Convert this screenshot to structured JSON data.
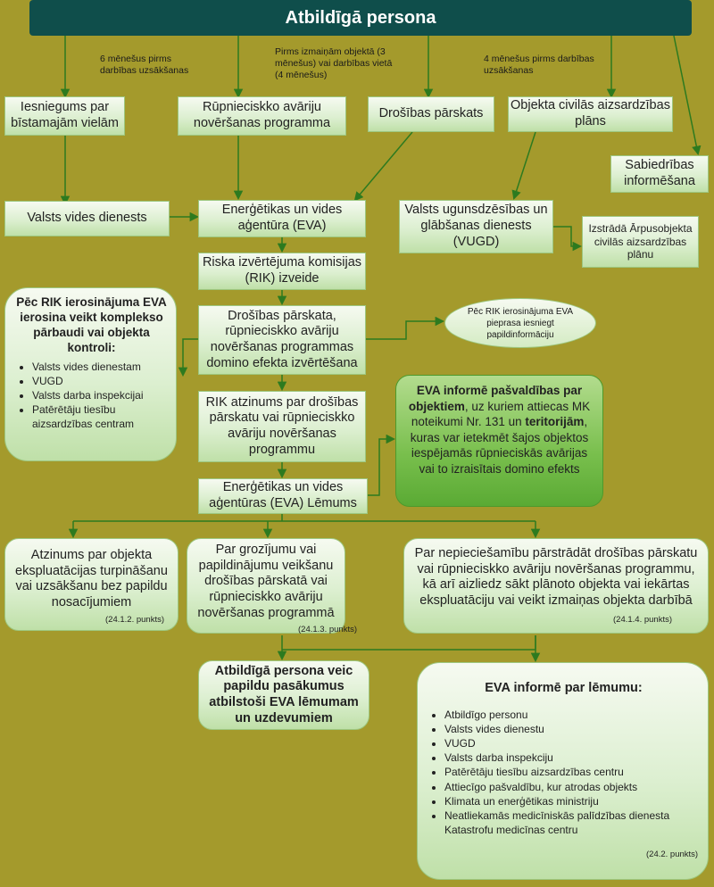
{
  "title": "Atbildīgā persona",
  "notes": {
    "n1": "6 mēnešus pirms darbības uzsākšanas",
    "n2": "Pirms izmaiņām objektā (3 mēnešus) vai darbības vietā (4 mēnešus)",
    "n3": "4 mēnešus pirms darbības uzsākšanas"
  },
  "boxes": {
    "iesniegums": "Iesniegums par bīstamajām vielām",
    "programma": "Rūpnieciskko avāriju novēršanas programma",
    "drosibas": "Drošības pārskats",
    "civilas": "Objekta civilās aizsardzības plāns",
    "sabiedribas": "Sabiedrības informēšana",
    "vvd": "Valsts vides dienests",
    "eva": "Enerģētikas un vides aģentūra (EVA)",
    "vugd": "Valsts ugunsdzēsības un glābšanas dienests (VUGD)",
    "izstrada": "Izstrādā Ārpusobjekta civilās aizsardzības plānu",
    "rik": "Riska izvērtējuma komisijas (RIK) izveide",
    "izvertesana": "Drošības pārskata, rūpnieciskko avāriju novēršanas programmas domino efekta izvērtēšana",
    "papildinfo": "Pēc RIK ierosinājuma EVA pieprasa iesniegt papildinformāciju",
    "rik_atzinums": "RIK atzinums par drošības pārskatu vai rūpnieciskko avāriju novēršanas programmu",
    "lemums": "Enerģētikas un vides aģentūras (EVA) Lēmums",
    "atzinums": "Atzinums par objekta ekspluatācijas turpināšanu vai uzsākšanu bez papildu nosacījumiem",
    "grozijumi": "Par grozījumu vai papildinājumu veikšanu drošības pārskatā vai rūpnieciskko avāriju novēršanas programmā",
    "parstradat": "Par nepieciešamību pārstrādāt drošības pārskatu vai rūpnieciskko avāriju novēršanas programmu, kā arī aizliedz sākt plānoto objekta vai iekārtas ekspluatāciju vai veikt izmaiņas objekta darbībā",
    "pasakumi": "Atbildīgā persona veic papildu pasākumus atbilstoši EVA lēmumam un uzdevumiem"
  },
  "refs": {
    "r1": "(24.1.2. punkts)",
    "r2": "(24.1.3. punkts)",
    "r3": "(24.1.4. punkts)",
    "r4": "(24.2. punkts)"
  },
  "parbaude": {
    "heading": "Pēc RIK ierosinājuma EVA ierosina veikt komplekso pārbaudi vai objekta kontroli:",
    "items": [
      "Valsts vides dienestam",
      "VUGD",
      "Valsts darba inspekcijai",
      "Patērētāju tiesību aizsardzības centram"
    ]
  },
  "pasvaldibas": {
    "b1": "EVA informē pašvaldības par objektiem",
    "t1": ", uz kuriem attiecas MK noteikumi Nr. 131 un ",
    "b2": "teritorijām",
    "t2": ", kuras var ietekmēt šajos objektos iespējamās rūpnieciskās avārijas vai to izraisītais domino efekts"
  },
  "informe": {
    "heading": "EVA informē par lēmumu:",
    "items": [
      "Atbildīgo personu",
      "Valsts vides dienestu",
      "VUGD",
      "Valsts darba inspekciju",
      "Patērētāju tiesību aizsardzības centru",
      "Attiecīgo pašvaldību, kur atrodas objekts",
      "Klimata un enerģētikas ministriju",
      "Neatliekamās medicīniskās palīdzības dienesta Katastrofu medicīnas centru"
    ]
  },
  "colors": {
    "background": "#a49a2c",
    "title": "#0f4e4b",
    "line": "#2d7a1f"
  }
}
